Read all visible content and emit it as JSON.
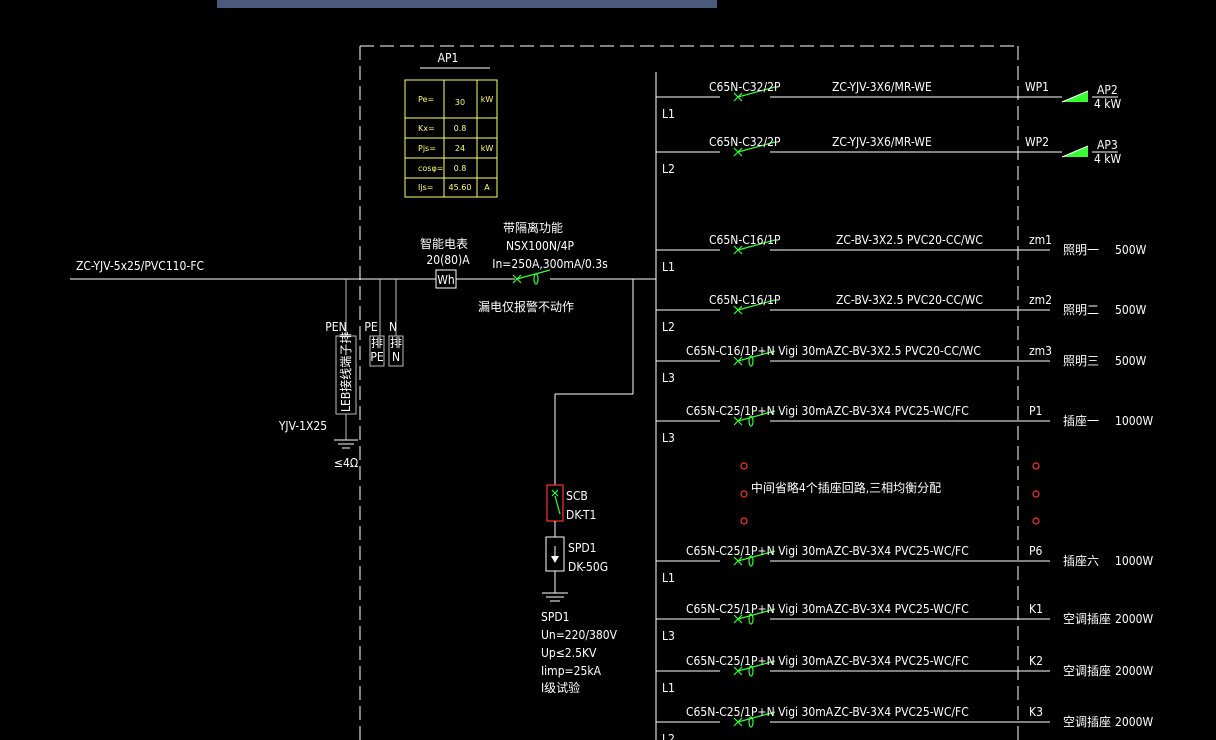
{
  "top_bar_color": "#4a5a7a",
  "colors": {
    "wire": "#ffffff",
    "breaker": "#33ff33",
    "table": "#ffff66",
    "marker": "#ff3333",
    "pe": "#bdbdbd"
  },
  "panel": {
    "name": "AP1",
    "table": [
      {
        "label": "Pe=",
        "value": "30",
        "unit": "kW"
      },
      {
        "label": "Kx=",
        "value": "0.8",
        "unit": ""
      },
      {
        "label": "Pjs=",
        "value": "24",
        "unit": "kW"
      },
      {
        "label": "cosφ=",
        "value": "0.8",
        "unit": ""
      },
      {
        "label": "Ijs=",
        "value": "45.60",
        "unit": "A"
      }
    ]
  },
  "incoming": {
    "cable": "ZC-YJV-5x25/PVC110-FC",
    "meter_title": "智能电表",
    "meter_rating": "20(80)A",
    "meter_mark": "Wh",
    "breaker_title": "带隔离功能",
    "breaker_model": "NSX100N/4P",
    "breaker_spec": "In=250A,300mA/0.3s",
    "breaker_note": "漏电仅报警不动作"
  },
  "grounding": {
    "pen_label": "PEN",
    "pe_label": "PE",
    "n_label": "N",
    "pe_box": "PE",
    "n_box": "N",
    "pe_box_text": "排",
    "n_box_text": "排",
    "terminal_label": "LEB接线端子排",
    "cable": "YJV-1X25",
    "resistance": "≤4Ω"
  },
  "spd": {
    "scb_label": "SCB",
    "scb_model": "DK-T1",
    "spd_label": "SPD1",
    "spd_model": "DK-50G",
    "spec_title": "SPD1",
    "spec_un": "Un=220/380V",
    "spec_up": "Up≤2.5KV",
    "spec_iimp": "Iimp=25kA",
    "spec_class": "I级试验"
  },
  "circuits": [
    {
      "phase": "L1",
      "breaker": "C65N-C32/2P",
      "cable": "ZC-YJV-3X6/MR-WE",
      "id": "WP1",
      "load": "AP2",
      "power": "4 kW",
      "type": "panel"
    },
    {
      "phase": "L2",
      "breaker": "C65N-C32/2P",
      "cable": "ZC-YJV-3X6/MR-WE",
      "id": "WP2",
      "load": "AP3",
      "power": "4 kW",
      "type": "panel"
    },
    {
      "phase": "L1",
      "breaker": "C65N-C16/1P",
      "cable": "ZC-BV-3X2.5  PVC20-CC/WC",
      "id": "zm1",
      "load": "照明一",
      "power": "500W",
      "type": "light"
    },
    {
      "phase": "L2",
      "breaker": "C65N-C16/1P",
      "cable": "ZC-BV-3X2.5  PVC20-CC/WC",
      "id": "zm2",
      "load": "照明二",
      "power": "500W",
      "type": "light"
    },
    {
      "phase": "L3",
      "breaker": "C65N-C16/1P+N  Vigi 30mA",
      "cable": "ZC-BV-3X2.5  PVC20-CC/WC",
      "id": "zm3",
      "load": "照明三",
      "power": "500W",
      "type": "rcd"
    },
    {
      "phase": "L3",
      "breaker": "C65N-C25/1P+N  Vigi 30mA",
      "cable": "ZC-BV-3X4  PVC25-WC/FC",
      "id": "P1",
      "load": "插座一",
      "power": "1000W",
      "type": "rcd"
    },
    {
      "phase": "L1",
      "breaker": "C65N-C25/1P+N  Vigi 30mA",
      "cable": "ZC-BV-3X4  PVC25-WC/FC",
      "id": "P6",
      "load": "插座六",
      "power": "1000W",
      "type": "rcd"
    },
    {
      "phase": "L3",
      "breaker": "C65N-C25/1P+N  Vigi 30mA",
      "cable": "ZC-BV-3X4  PVC25-WC/FC",
      "id": "K1",
      "load": "空调插座",
      "power": "2000W",
      "type": "rcd"
    },
    {
      "phase": "L1",
      "breaker": "C65N-C25/1P+N  Vigi 30mA",
      "cable": "ZC-BV-3X4  PVC25-WC/FC",
      "id": "K2",
      "load": "空调插座",
      "power": "2000W",
      "type": "rcd"
    },
    {
      "phase": "L2",
      "breaker": "C65N-C25/1P+N  Vigi 30mA",
      "cable": "ZC-BV-3X4  PVC25-WC/FC",
      "id": "K3",
      "load": "空调插座",
      "power": "2000W",
      "type": "rcd"
    }
  ],
  "omitted_note": "中间省略4个插座回路,三相均衡分配"
}
